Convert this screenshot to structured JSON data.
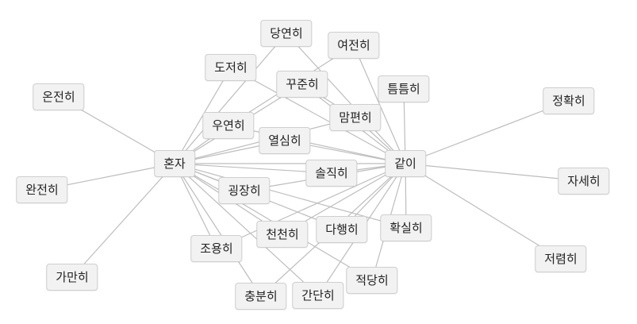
{
  "nodes": [
    {
      "id": "honja",
      "label": "혼자"
    },
    {
      "id": "gati",
      "label": "같이"
    },
    {
      "id": "dangyeonhi",
      "label": "당연히"
    },
    {
      "id": "yeojeonhi",
      "label": "여전히"
    },
    {
      "id": "dojeohi",
      "label": "도저히"
    },
    {
      "id": "kkujunhi",
      "label": "꾸준히"
    },
    {
      "id": "teumteumhi",
      "label": "틈틈히"
    },
    {
      "id": "jeonghwakhi",
      "label": "정확히"
    },
    {
      "id": "onjeonhi",
      "label": "온전히"
    },
    {
      "id": "mampyeonhi",
      "label": "맘편히"
    },
    {
      "id": "uyeonhi",
      "label": "우연히"
    },
    {
      "id": "yeolsimhi",
      "label": "열심히"
    },
    {
      "id": "soljikhi",
      "label": "솔직히"
    },
    {
      "id": "wanjeonhi",
      "label": "완전히"
    },
    {
      "id": "gwoengjanghi",
      "label": "굉장히"
    },
    {
      "id": "jasehi",
      "label": "자세히"
    },
    {
      "id": "dahaenghi",
      "label": "다행히"
    },
    {
      "id": "hwaksilhi",
      "label": "확실히"
    },
    {
      "id": "cheoncheonhi",
      "label": "천천히"
    },
    {
      "id": "joyonghi",
      "label": "조용히"
    },
    {
      "id": "jeoryeomhi",
      "label": "저렴히"
    },
    {
      "id": "gamanhi",
      "label": "가만히"
    },
    {
      "id": "jeokdanghi",
      "label": "적당히"
    },
    {
      "id": "chungbunhi",
      "label": "충분히"
    },
    {
      "id": "gandanhi",
      "label": "간단히"
    }
  ],
  "edges": [
    [
      "onjeonhi",
      "honja"
    ],
    [
      "wanjeonhi",
      "honja"
    ],
    [
      "gamanhi",
      "honja"
    ],
    [
      "honja",
      "dangyeonhi"
    ],
    [
      "honja",
      "dojeohi"
    ],
    [
      "honja",
      "kkujunhi"
    ],
    [
      "honja",
      "uyeonhi"
    ],
    [
      "honja",
      "yeolsimhi"
    ],
    [
      "honja",
      "mampyeonhi"
    ],
    [
      "honja",
      "soljikhi"
    ],
    [
      "honja",
      "gwoengjanghi"
    ],
    [
      "honja",
      "joyonghi"
    ],
    [
      "honja",
      "cheoncheonhi"
    ],
    [
      "honja",
      "dahaenghi"
    ],
    [
      "honja",
      "hwaksilhi"
    ],
    [
      "honja",
      "chungbunhi"
    ],
    [
      "honja",
      "gandanhi"
    ],
    [
      "honja",
      "jeokdanghi"
    ],
    [
      "honja",
      "gati"
    ],
    [
      "gati",
      "jeonghwakhi"
    ],
    [
      "gati",
      "jasehi"
    ],
    [
      "gati",
      "jeoryeomhi"
    ],
    [
      "gati",
      "teumteumhi"
    ],
    [
      "gati",
      "yeojeonhi"
    ],
    [
      "gati",
      "dangyeonhi"
    ],
    [
      "gati",
      "dojeohi"
    ],
    [
      "gati",
      "kkujunhi"
    ],
    [
      "gati",
      "mampyeonhi"
    ],
    [
      "gati",
      "uyeonhi"
    ],
    [
      "gati",
      "yeolsimhi"
    ],
    [
      "gati",
      "soljikhi"
    ],
    [
      "gati",
      "gwoengjanghi"
    ],
    [
      "gati",
      "dahaenghi"
    ],
    [
      "gati",
      "hwaksilhi"
    ],
    [
      "gati",
      "cheoncheonhi"
    ],
    [
      "gati",
      "joyonghi"
    ],
    [
      "gati",
      "jeokdanghi"
    ],
    [
      "gati",
      "gandanhi"
    ],
    [
      "gati",
      "chungbunhi"
    ],
    [
      "uyeonhi",
      "yeojeonhi"
    ],
    [
      "kkujunhi",
      "mampyeonhi"
    ]
  ]
}
